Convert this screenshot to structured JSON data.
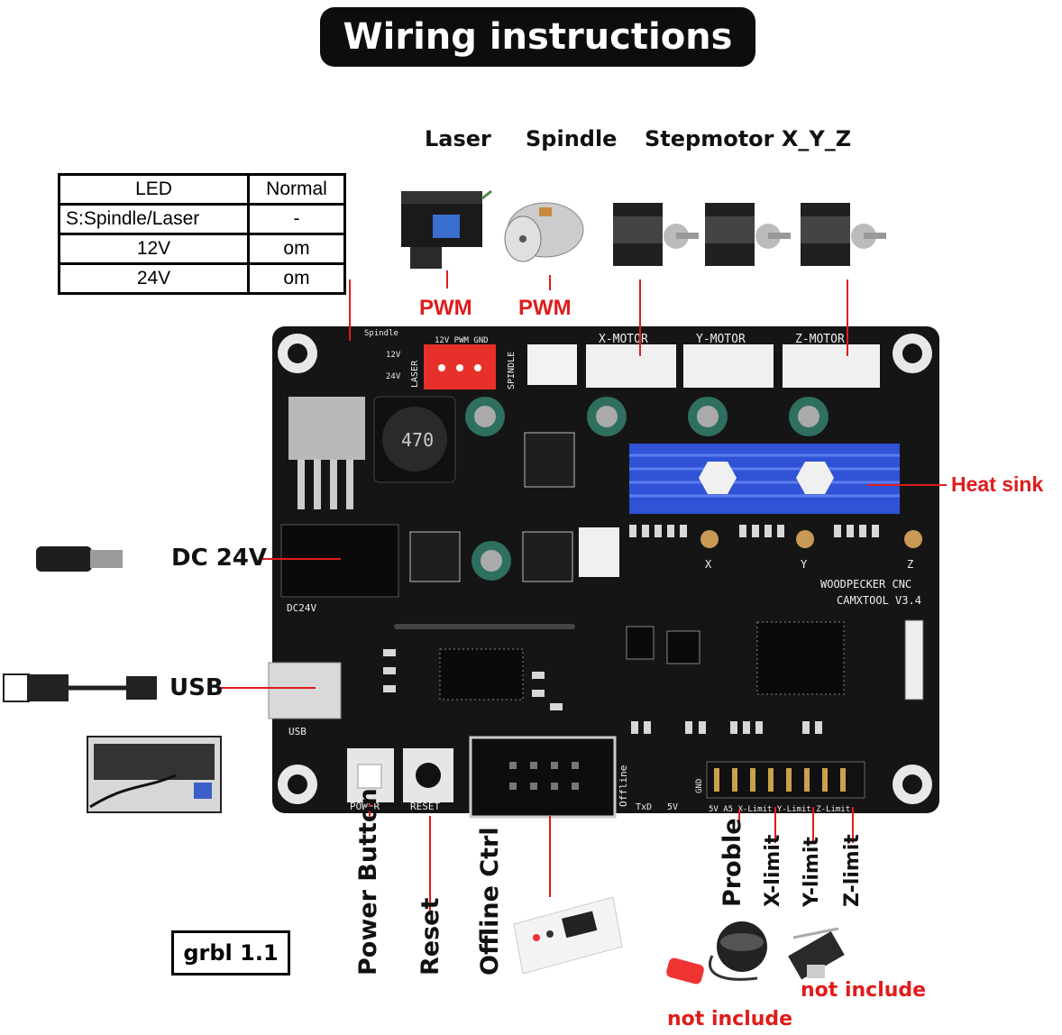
{
  "title": "Wiring instructions",
  "headers": {
    "laser": "Laser",
    "spindle": "Spindle",
    "stepmotor": "Stepmotor X_Y_Z"
  },
  "led_table": {
    "header": [
      "LED",
      "Normal"
    ],
    "rows": [
      [
        "S:Spindle/Laser",
        "-"
      ],
      [
        "12V",
        "om"
      ],
      [
        "24V",
        "om"
      ]
    ]
  },
  "pwm_labels": [
    "PWM",
    "PWM"
  ],
  "heat_sink": "Heat sink",
  "dc": "DC 24V",
  "usb": "USB",
  "bottom_labels": [
    "Power Button",
    "Reset",
    "Offline Ctrl",
    "Proble",
    "X-limit",
    "Y-limit",
    "Z-limit"
  ],
  "grbl": "grbl 1.1",
  "not_include": [
    "not include",
    "not include"
  ],
  "board": {
    "x_motor": "X-MOTOR",
    "y_motor": "Y-MOTOR",
    "z_motor": "Z-MOTOR",
    "spindle_conn": "SPINDLE",
    "laser_conn": "LASER",
    "laser_pins": "12V PWM GND",
    "spindle_led": "Spindle",
    "v12": "12V",
    "v24": "24V",
    "brand1": "WOODPECKER CNC",
    "brand2": "CAMXTOOL  V3.4",
    "power": "POWER",
    "reset": "RESET",
    "offline": "Offline",
    "usb_silk": "USB",
    "dc_silk": "DC24V",
    "limits": "5V A5 X-Limit Y-Limit Z-Limit",
    "gnd": "GND",
    "inductor": "470",
    "txd": "TxD",
    "fivev": "5V",
    "x": "X",
    "y": "Y",
    "z": "Z"
  },
  "colors": {
    "label_red": "#e01b1b",
    "board": "#151515",
    "heatsink": "#2f52d6",
    "connector_red": "#e8302a"
  }
}
